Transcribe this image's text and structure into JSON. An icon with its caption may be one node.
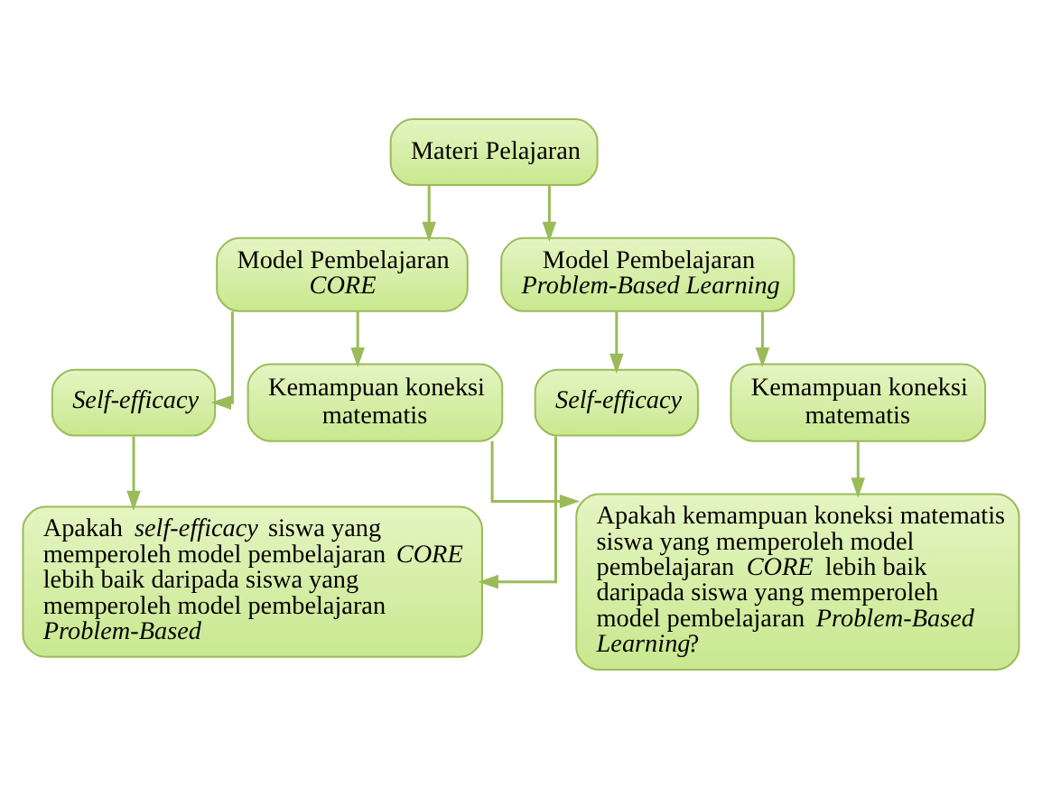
{
  "diagram": {
    "nodes": [
      {
        "text": [
          "Materi Pelajaran"
        ]
      },
      {
        "text": [
          "Model Pembelajaran *CORE*"
        ]
      },
      {
        "text": [
          "Model Pembelajaran *Problem-Based Learning*"
        ]
      },
      {
        "text": [
          "*Self-efficacy*"
        ]
      },
      {
        "text": [
          "Kemampuan koneksi matematis"
        ]
      },
      {
        "text": [
          "*Self-efficacy*"
        ]
      },
      {
        "text": [
          "Kemampuan koneksi matematis"
        ]
      },
      {
        "text": [
          "Apakah *self-efficacy* siswa yang memperoleh model pembelajaran *CORE* lebih baik daripada siswa yang memperoleh model pembelajaran *Problem-Based*"
        ]
      },
      {
        "text": [
          "Apakah kemampuan koneksi matematis siswa yang memperoleh model pembelajaran *CORE* lebih baik daripada siswa yang memperoleh model pembelajaran *Problem-Based Learning*?"
        ]
      }
    ],
    "edges": [
      {
        "from": 0,
        "to": 1,
        "arrow": "to"
      },
      {
        "from": 0,
        "to": 2,
        "arrow": "to"
      },
      {
        "from": 1,
        "to": 3,
        "arrow": "to"
      },
      {
        "from": 1,
        "to": 4,
        "arrow": "to"
      },
      {
        "from": 2,
        "to": 5,
        "arrow": "to"
      },
      {
        "from": 2,
        "to": 6,
        "arrow": "to"
      },
      {
        "from": 3,
        "to": 7,
        "arrow": "to"
      },
      {
        "from": 5,
        "to": 7,
        "arrow": "to"
      },
      {
        "from": 4,
        "to": 8,
        "arrow": "to"
      },
      {
        "from": 6,
        "to": 8,
        "arrow": "to"
      }
    ]
  }
}
